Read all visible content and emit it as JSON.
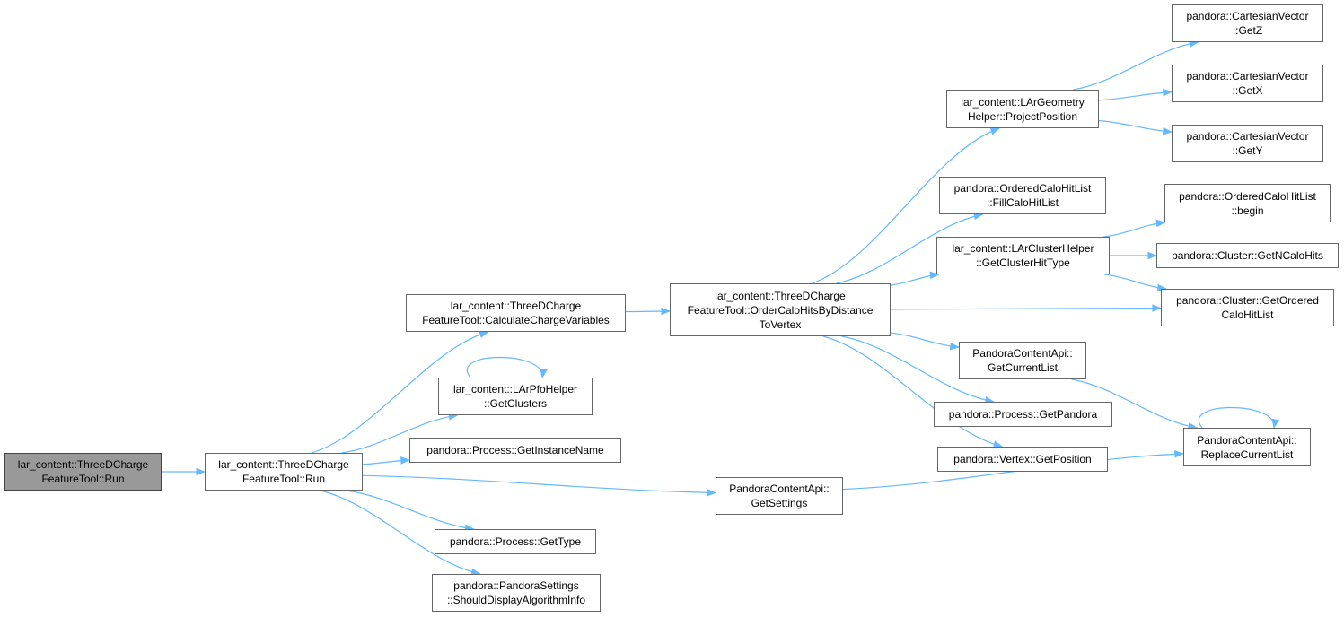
{
  "colors": {
    "edge": "#63b8ff",
    "node_border": "#666666",
    "root_fill": "#999999"
  },
  "nodes": [
    {
      "id": "root",
      "lines": [
        "lar_content::ThreeDCharge",
        "FeatureTool::Run"
      ],
      "root": true
    },
    {
      "id": "run",
      "lines": [
        "lar_content::ThreeDCharge",
        "FeatureTool::Run"
      ]
    },
    {
      "id": "calc",
      "lines": [
        "lar_content::ThreeDCharge",
        "FeatureTool::CalculateChargeVariables"
      ]
    },
    {
      "id": "getclusters",
      "lines": [
        "lar_content::LArPfoHelper",
        "::GetClusters"
      ]
    },
    {
      "id": "instname",
      "lines": [
        "pandora::Process::GetInstanceName"
      ]
    },
    {
      "id": "gettype",
      "lines": [
        "pandora::Process::GetType"
      ]
    },
    {
      "id": "shoulddisplay",
      "lines": [
        "pandora::PandoraSettings",
        "::ShouldDisplayAlgorithmInfo"
      ]
    },
    {
      "id": "order",
      "lines": [
        "lar_content::ThreeDCharge",
        "FeatureTool::OrderCaloHitsByDistance",
        "ToVertex"
      ]
    },
    {
      "id": "getsettings",
      "lines": [
        "PandoraContentApi::",
        "GetSettings"
      ]
    },
    {
      "id": "project",
      "lines": [
        "lar_content::LArGeometry",
        "Helper::ProjectPosition"
      ]
    },
    {
      "id": "fillcalo",
      "lines": [
        "pandora::OrderedCaloHitList",
        "::FillCaloHitList"
      ]
    },
    {
      "id": "clusterhittype",
      "lines": [
        "lar_content::LArClusterHelper",
        "::GetClusterHitType"
      ]
    },
    {
      "id": "getcurrentlist",
      "lines": [
        "PandoraContentApi::",
        "GetCurrentList"
      ]
    },
    {
      "id": "getpandora",
      "lines": [
        "pandora::Process::GetPandora"
      ]
    },
    {
      "id": "getposition",
      "lines": [
        "pandora::Vertex::GetPosition"
      ]
    },
    {
      "id": "getz",
      "lines": [
        "pandora::CartesianVector",
        "::GetZ"
      ]
    },
    {
      "id": "getx",
      "lines": [
        "pandora::CartesianVector",
        "::GetX"
      ]
    },
    {
      "id": "gety",
      "lines": [
        "pandora::CartesianVector",
        "::GetY"
      ]
    },
    {
      "id": "begin",
      "lines": [
        "pandora::OrderedCaloHitList",
        "::begin"
      ]
    },
    {
      "id": "getncalohits",
      "lines": [
        "pandora::Cluster::GetNCaloHits"
      ]
    },
    {
      "id": "getorderedcalohitlist",
      "lines": [
        "pandora::Cluster::GetOrdered",
        "CaloHitList"
      ]
    },
    {
      "id": "replacecurrentlist",
      "lines": [
        "PandoraContentApi::",
        "ReplaceCurrentList"
      ]
    }
  ],
  "edges": [
    [
      "root",
      "run"
    ],
    [
      "run",
      "calc"
    ],
    [
      "run",
      "getclusters"
    ],
    [
      "run",
      "instname"
    ],
    [
      "run",
      "gettype"
    ],
    [
      "run",
      "shoulddisplay"
    ],
    [
      "run",
      "getsettings"
    ],
    [
      "getclusters",
      "getclusters"
    ],
    [
      "calc",
      "order"
    ],
    [
      "order",
      "project"
    ],
    [
      "order",
      "fillcalo"
    ],
    [
      "order",
      "clusterhittype"
    ],
    [
      "order",
      "getorderedcalohitlist"
    ],
    [
      "order",
      "getcurrentlist"
    ],
    [
      "order",
      "getpandora"
    ],
    [
      "order",
      "getposition"
    ],
    [
      "project",
      "getz"
    ],
    [
      "project",
      "getx"
    ],
    [
      "project",
      "gety"
    ],
    [
      "clusterhittype",
      "begin"
    ],
    [
      "clusterhittype",
      "getncalohits"
    ],
    [
      "clusterhittype",
      "getorderedcalohitlist"
    ],
    [
      "getcurrentlist",
      "replacecurrentlist"
    ],
    [
      "getsettings",
      "replacecurrentlist"
    ],
    [
      "replacecurrentlist",
      "replacecurrentlist"
    ]
  ]
}
